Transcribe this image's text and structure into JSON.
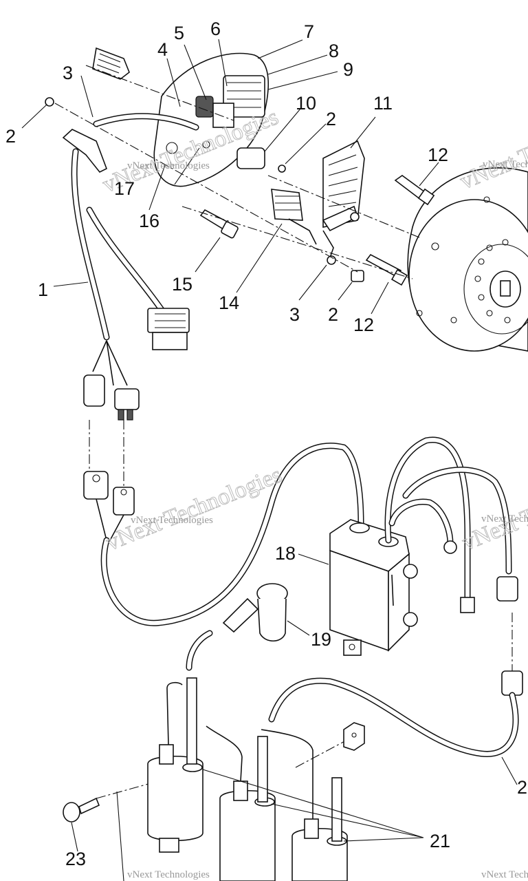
{
  "callouts": [
    {
      "id": "c1",
      "text": "1"
    },
    {
      "id": "c2a",
      "text": "2"
    },
    {
      "id": "c2b",
      "text": "2"
    },
    {
      "id": "c2c",
      "text": "2"
    },
    {
      "id": "c2d",
      "text": "2"
    },
    {
      "id": "c3a",
      "text": "3"
    },
    {
      "id": "c3b",
      "text": "3"
    },
    {
      "id": "c4",
      "text": "4"
    },
    {
      "id": "c5",
      "text": "5"
    },
    {
      "id": "c6",
      "text": "6"
    },
    {
      "id": "c7",
      "text": "7"
    },
    {
      "id": "c8",
      "text": "8"
    },
    {
      "id": "c9",
      "text": "9"
    },
    {
      "id": "c10",
      "text": "10"
    },
    {
      "id": "c11",
      "text": "11"
    },
    {
      "id": "c12a",
      "text": "12"
    },
    {
      "id": "c12b",
      "text": "12"
    },
    {
      "id": "c14",
      "text": "14"
    },
    {
      "id": "c15",
      "text": "15"
    },
    {
      "id": "c16",
      "text": "16"
    },
    {
      "id": "c17",
      "text": "17"
    },
    {
      "id": "c18",
      "text": "18"
    },
    {
      "id": "c19",
      "text": "19"
    },
    {
      "id": "c21",
      "text": "21"
    },
    {
      "id": "c23",
      "text": "23"
    }
  ],
  "watermark": {
    "large": "vNext Technologies",
    "small": "vNext Technologies"
  }
}
